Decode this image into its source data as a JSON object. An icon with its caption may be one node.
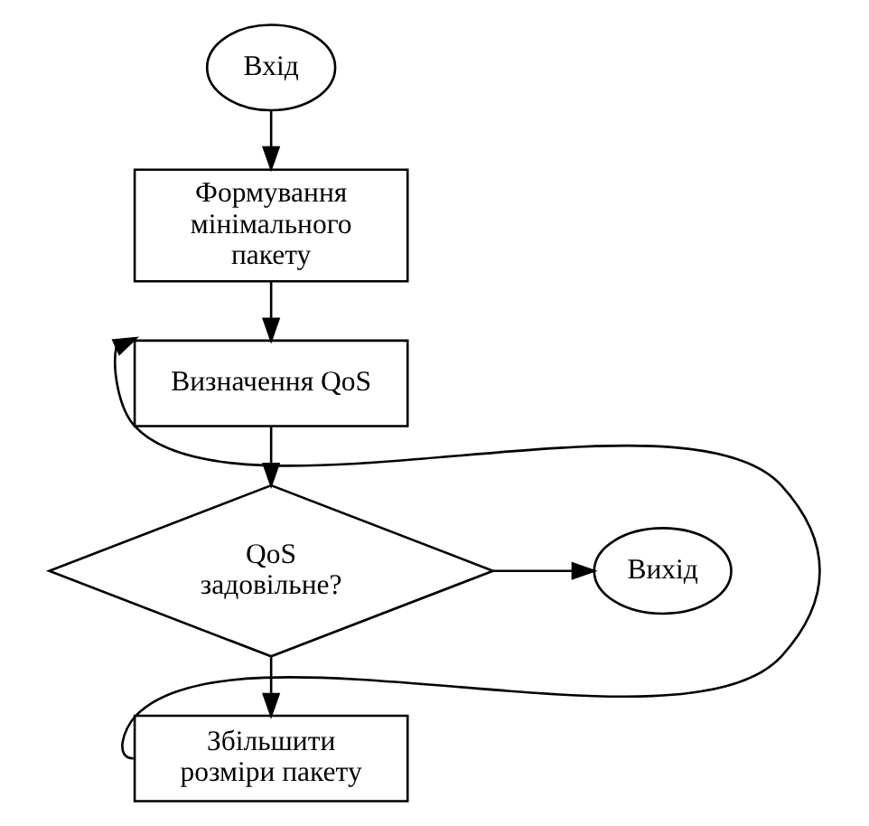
{
  "diagram": {
    "nodes": [
      {
        "text": [
          "Вхід"
        ]
      },
      {
        "text": [
          "Формування мінімального пакету"
        ]
      },
      {
        "text": [
          "Визначення QoS"
        ]
      },
      {
        "text": [
          "QoS задовільне?"
        ]
      },
      {
        "text": [
          "Вихід"
        ]
      },
      {
        "text": [
          "Збільшити розміри пакету"
        ]
      }
    ],
    "edges": [
      {
        "from": 0,
        "to": 1,
        "arrow": "to"
      },
      {
        "from": 1,
        "to": 2,
        "arrow": "to"
      },
      {
        "from": 2,
        "to": 3,
        "arrow": "to"
      },
      {
        "from": 3,
        "to": 4,
        "arrow": "to"
      },
      {
        "from": 3,
        "to": 5,
        "arrow": "to"
      },
      {
        "from": 5,
        "to": 2,
        "arrow": "to"
      }
    ]
  }
}
